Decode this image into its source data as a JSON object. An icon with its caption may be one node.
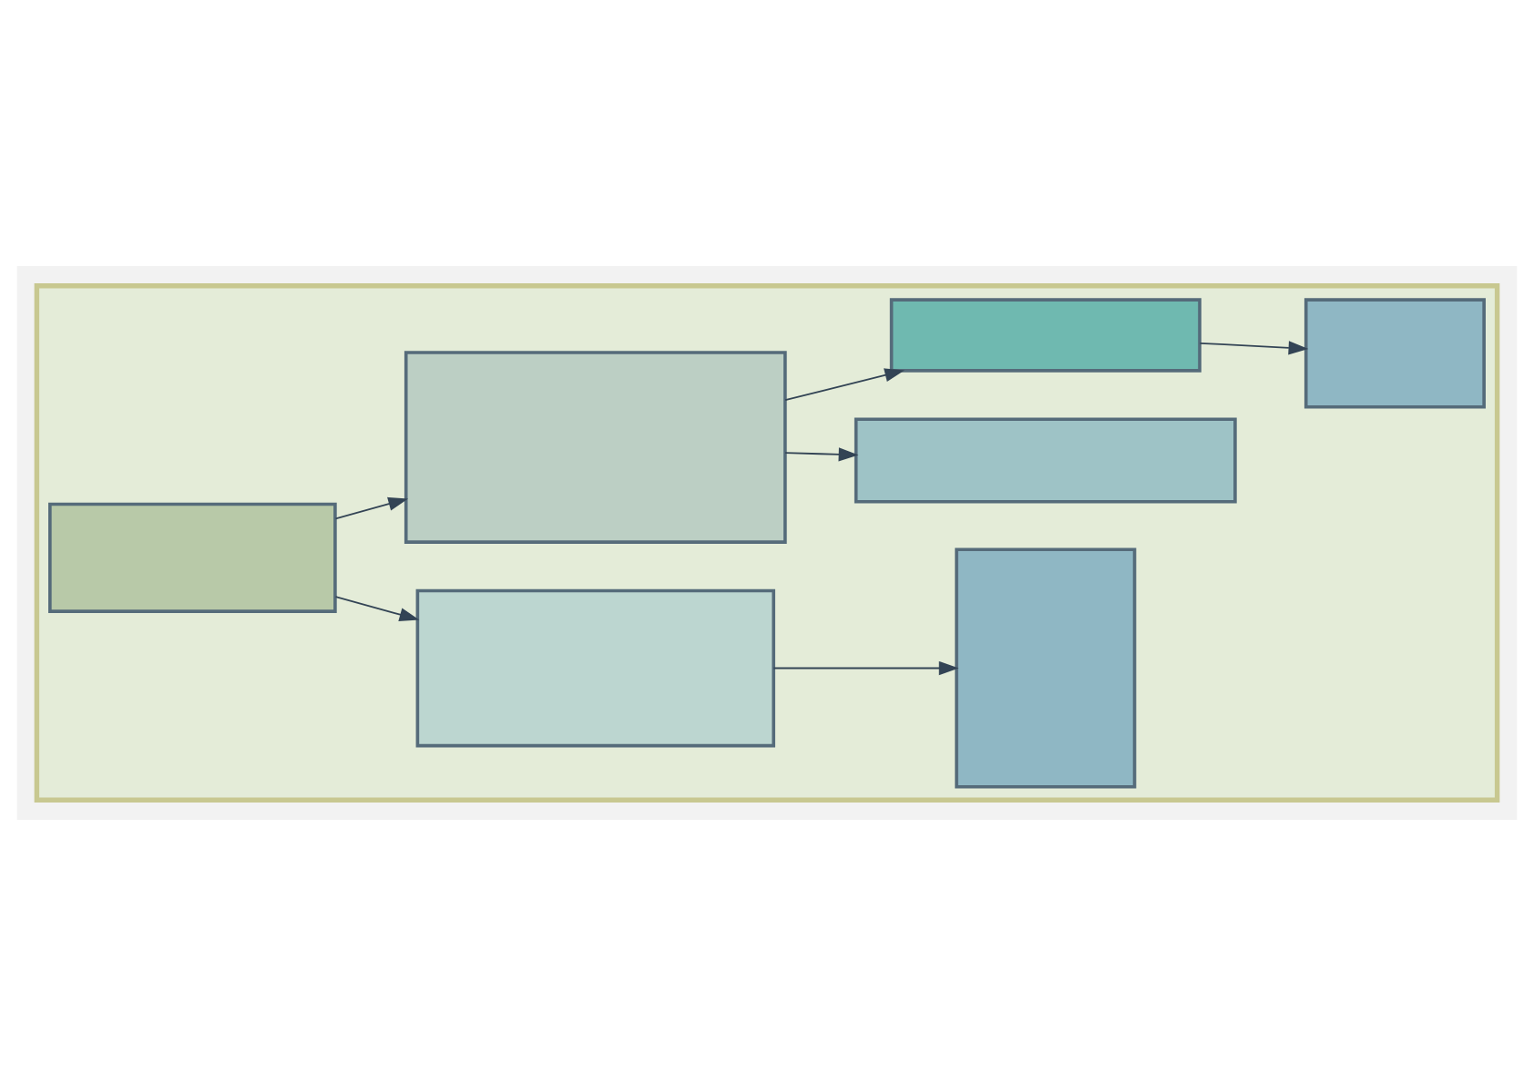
{
  "diagram": {
    "nodes": [
      {
        "text": [],
        "shape": "box"
      },
      {
        "text": [],
        "shape": "box",
        "in": 0
      },
      {
        "text": [],
        "shape": "box",
        "in": 0
      },
      {
        "text": [],
        "shape": "box",
        "in": 0
      },
      {
        "text": [],
        "shape": "box",
        "in": 0
      },
      {
        "text": [],
        "shape": "box",
        "in": 0
      },
      {
        "text": [],
        "shape": "box",
        "in": 0
      },
      {
        "text": [],
        "shape": "box",
        "in": 0
      }
    ],
    "edges": [
      {
        "from": 1,
        "to": 2,
        "arrow": "to"
      },
      {
        "from": 2,
        "to": 3,
        "arrow": "to"
      },
      {
        "from": 1,
        "to": 4,
        "arrow": "to"
      },
      {
        "from": 4,
        "to": 5,
        "arrow": "to"
      },
      {
        "from": 4,
        "to": 6,
        "arrow": "to"
      },
      {
        "from": 6,
        "to": 7,
        "arrow": "to"
      }
    ]
  }
}
